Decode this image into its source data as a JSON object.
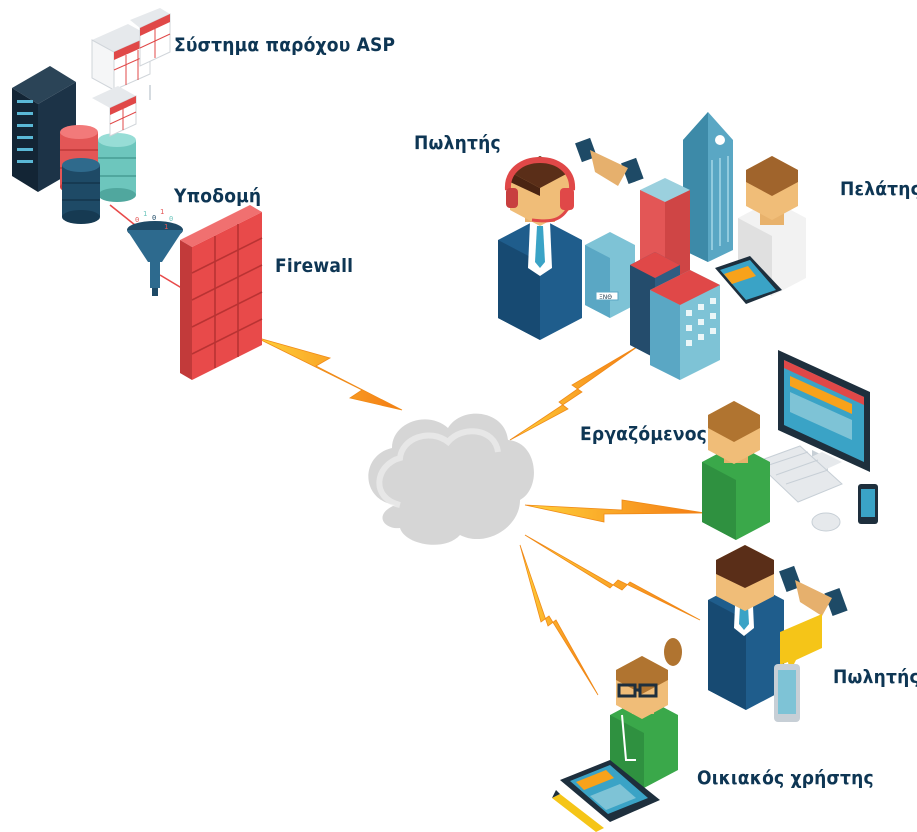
{
  "labels": {
    "asp_system": "Σύστημα παρόχου ASP",
    "infrastructure": "Υποδομή",
    "firewall": "Firewall",
    "salesman_top": "Πωλητής",
    "customer": "Πελάτης",
    "employee": "Εργαζόμενος",
    "salesman_bottom": "Πωλητής",
    "home_user": "Οικιακός χρήστης"
  },
  "building_sign": "ΞΝΘ",
  "colors": {
    "label_text": "#0e3654",
    "firewall": "#e84a4a",
    "lightning": "#f8a21a",
    "cloud": "#d0d0d0",
    "suit": "#1f5d8c",
    "green_shirt": "#3aa84a"
  }
}
